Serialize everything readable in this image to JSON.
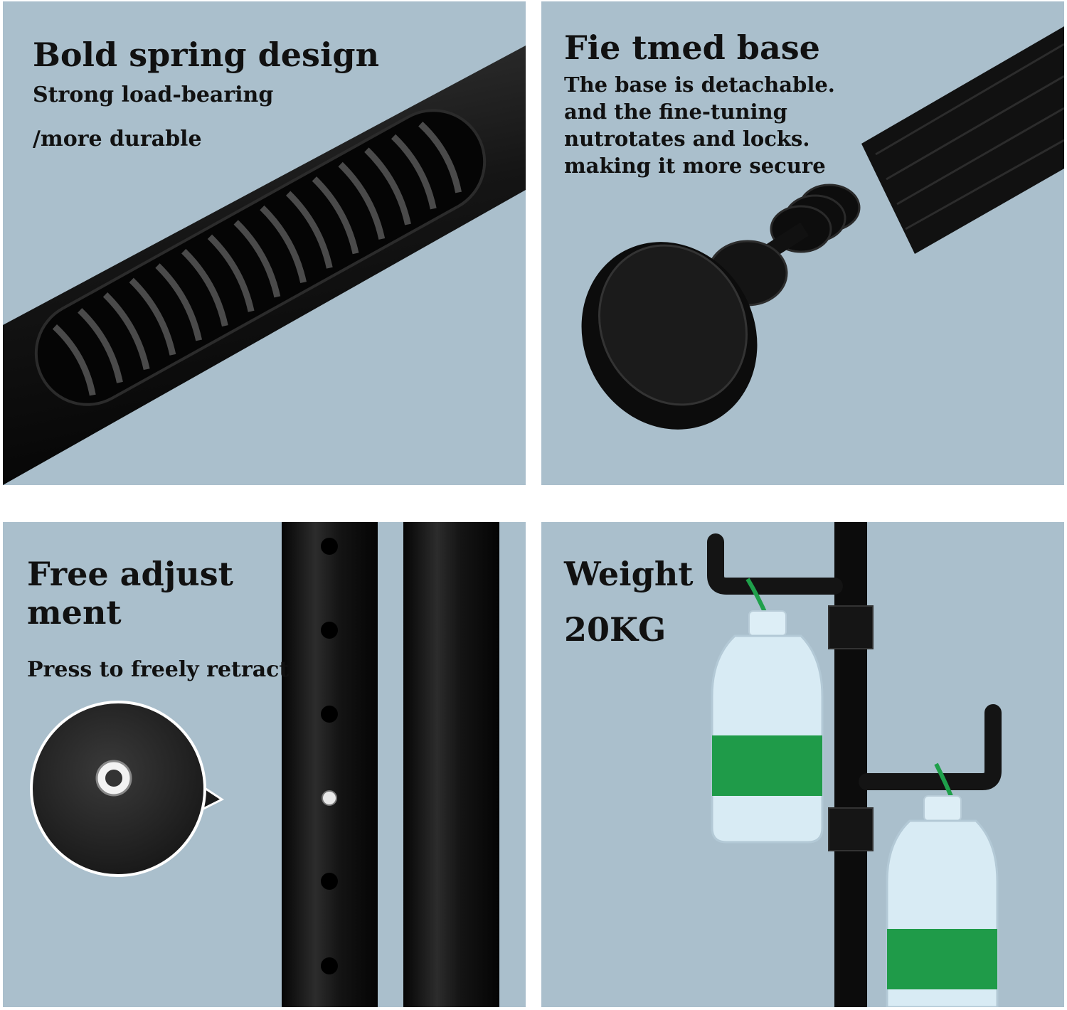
{
  "panels": {
    "spring": {
      "title": "Bold spring design",
      "line1": "Strong load-bearing",
      "line2": "/more durable"
    },
    "base": {
      "title": "Fie tmed base",
      "lines": [
        "The base is detachable.",
        "and the fine-tuning",
        "nutrotates and locks.",
        "making it more secure"
      ]
    },
    "adjust": {
      "title_line1": "Free adjust",
      "title_line2": "ment",
      "subtitle": "Press to freely retract"
    },
    "weight": {
      "title": "Weight",
      "value": "20KG"
    }
  },
  "colors": {
    "panel_bg": "#aabfcc",
    "metal_black": "#121212",
    "label_green": "#1f9b49",
    "text": "#111111"
  }
}
